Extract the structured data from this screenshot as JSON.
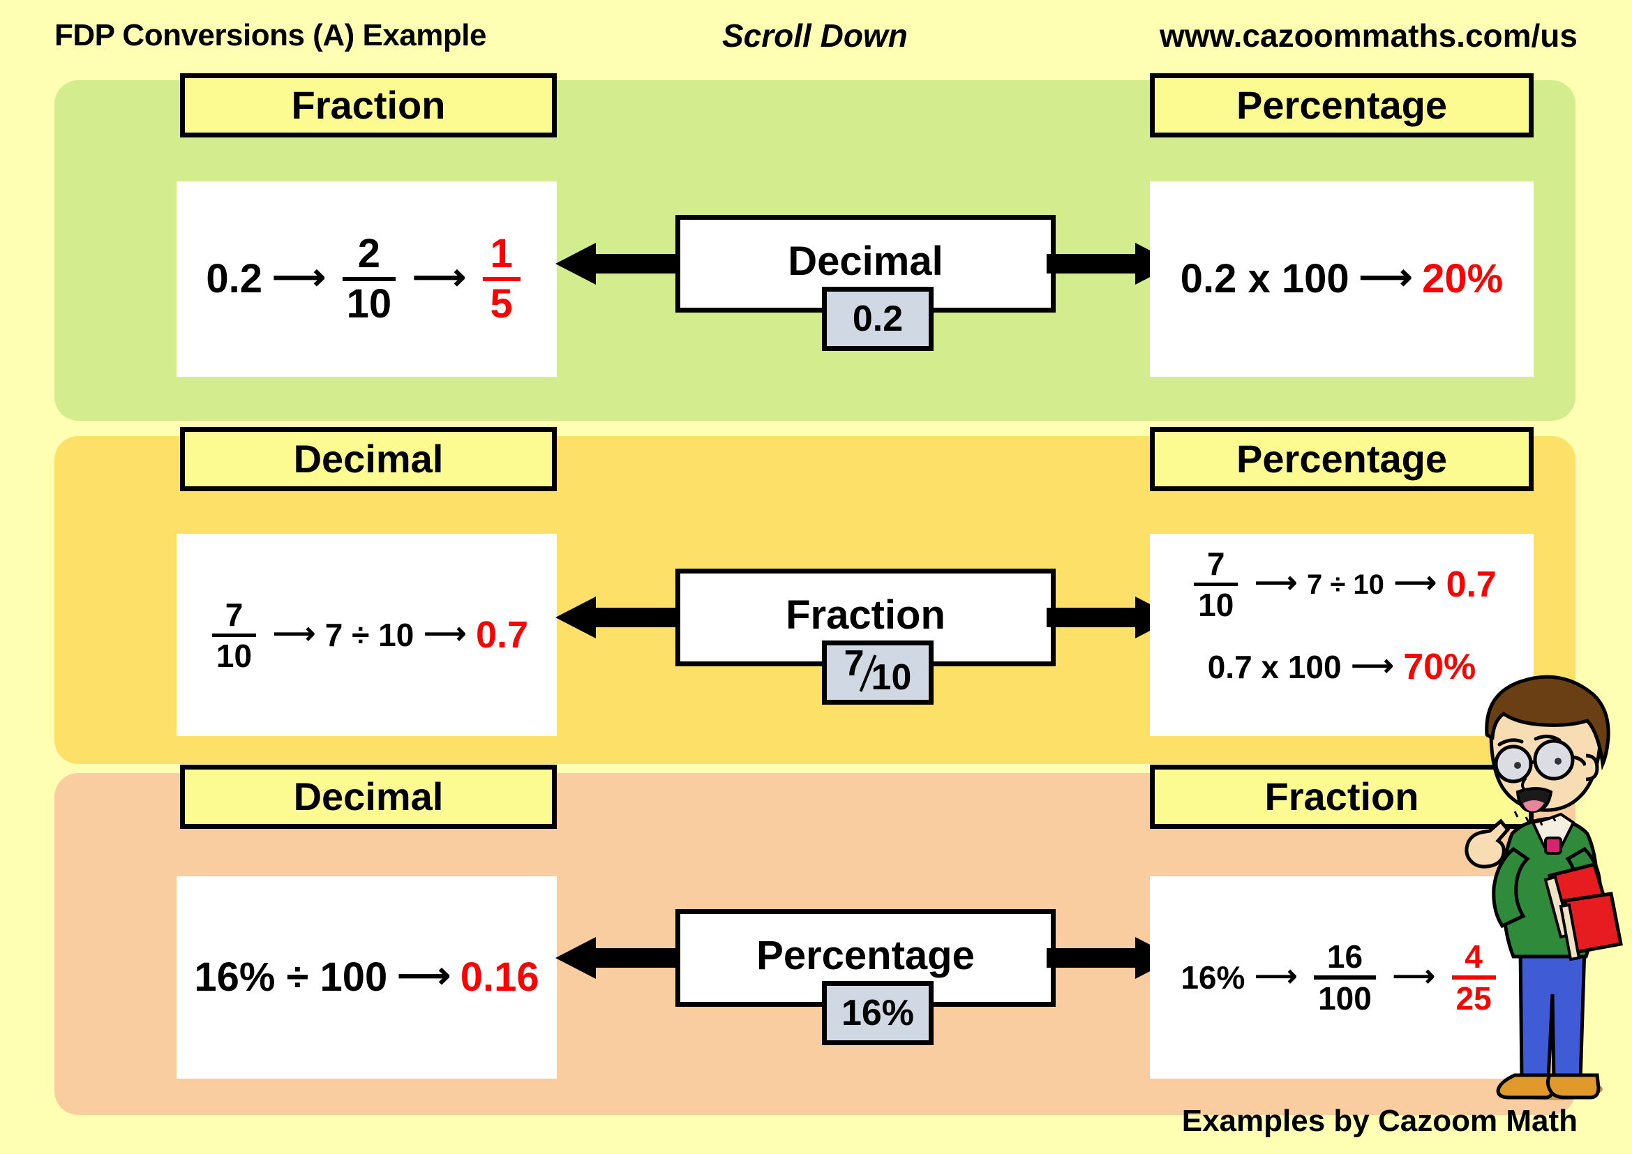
{
  "header": {
    "title": "FDP Conversions (A) Example",
    "scroll_hint": "Scroll Down",
    "website": "www.cazoommaths.com/us"
  },
  "footer": {
    "credit": "Examples by Cazoom Math"
  },
  "colors": {
    "page_background": "#FFFFB3",
    "band_green": "#D3EC8D",
    "band_yellow": "#FCE068",
    "band_peach": "#FACDA0",
    "caption_fill": "#FBFB92",
    "chip_fill": "#CFD8E3",
    "answer_red": "#FF0000",
    "text_black": "#000000"
  },
  "rows": [
    {
      "band_color": "#D3EC8D",
      "left_caption": "Fraction",
      "right_caption": "Percentage",
      "center_label": "Decimal",
      "center_value": "0.2",
      "center_value_kind": "plain",
      "left_work": {
        "start": "0.2",
        "middle_numerator": "2",
        "middle_denominator": "10",
        "answer_numerator": "1",
        "answer_denominator": "5"
      },
      "right_work": {
        "expression": "0.2 x 100",
        "answer": "20%"
      }
    },
    {
      "band_color": "#FCE068",
      "left_caption": "Decimal",
      "right_caption": "Percentage",
      "center_label": "Fraction",
      "center_value_numerator": "7",
      "center_value_denominator": "10",
      "center_value_kind": "diagonal-fraction",
      "left_work": {
        "start_numerator": "7",
        "start_denominator": "10",
        "middle": "7 ÷ 10",
        "answer": "0.7"
      },
      "right_work_line1": {
        "start_numerator": "7",
        "start_denominator": "10",
        "middle": "7 ÷ 10",
        "answer": "0.7"
      },
      "right_work_line2": {
        "expression": "0.7 x 100",
        "answer": "70%"
      }
    },
    {
      "band_color": "#FACDA0",
      "left_caption": "Decimal",
      "right_caption": "Fraction",
      "center_label": "Percentage",
      "center_value": "16%",
      "center_value_kind": "plain",
      "left_work": {
        "expression": "16% ÷ 100",
        "answer": "0.16"
      },
      "right_work": {
        "start": "16%",
        "middle_numerator": "16",
        "middle_denominator": "100",
        "answer_numerator": "4",
        "answer_denominator": "25"
      }
    }
  ],
  "icons": {
    "arrow_left": "left-arrow-icon",
    "arrow_right": "right-arrow-icon",
    "inline_arrow": "→",
    "mascot": "student-teacher-character"
  }
}
